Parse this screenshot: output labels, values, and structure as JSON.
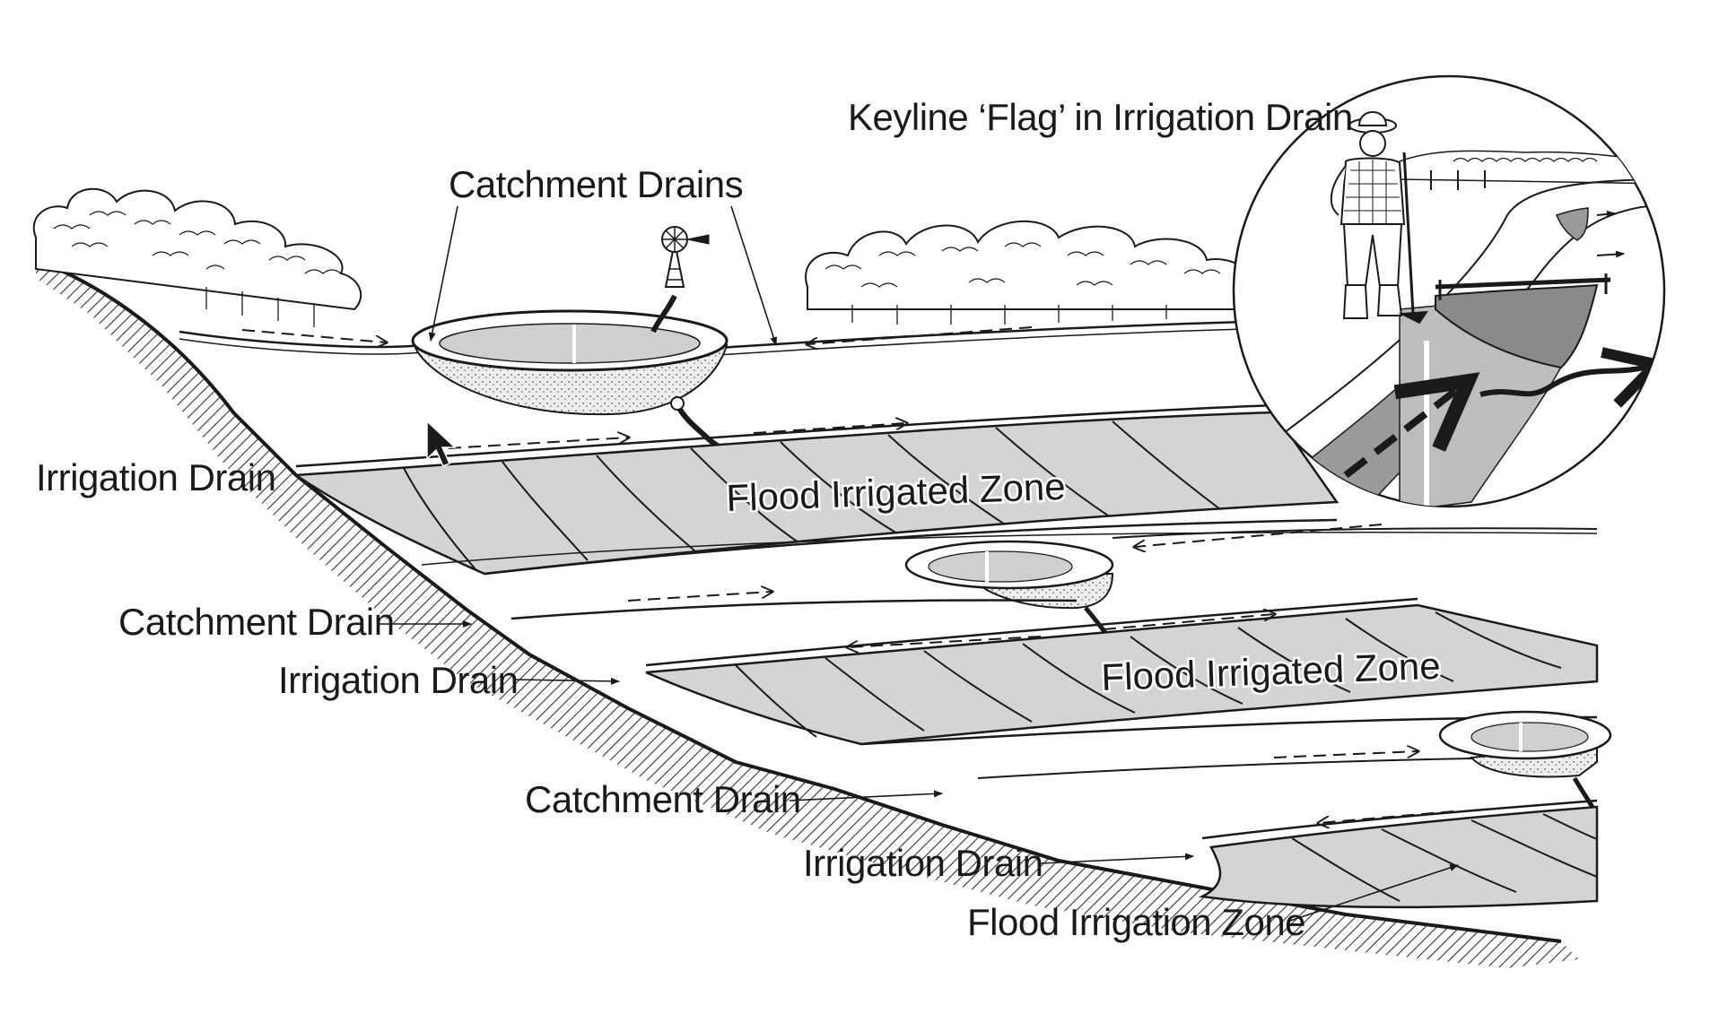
{
  "labels": {
    "keyline_flag": "Keyline ‘Flag’ in Irrigation Drain",
    "catchment_drains": "Catchment Drains",
    "irrigation_drain_1": "Irrigation Drain",
    "flood_zone_1": "Flood Irrigated Zone",
    "catchment_drain_1": "Catchment Drain",
    "irrigation_drain_2": "Irrigation Drain",
    "flood_zone_2": "Flood Irrigated Zone",
    "catchment_drain_2": "Catchment Drain",
    "irrigation_drain_3": "Irrigation Drain",
    "flood_zone_3": "Flood Irrigation Zone"
  },
  "colors": {
    "ink": "#1a1a1a",
    "zone_fill": "#d4d4d4",
    "dam_water": "#cfcfcf",
    "paper": "#ffffff"
  },
  "icons": {
    "windmill": "windmill-icon",
    "cursor": "mouse-cursor-icon",
    "farmer": "farmer-figure",
    "trees": "tree-canopy"
  }
}
